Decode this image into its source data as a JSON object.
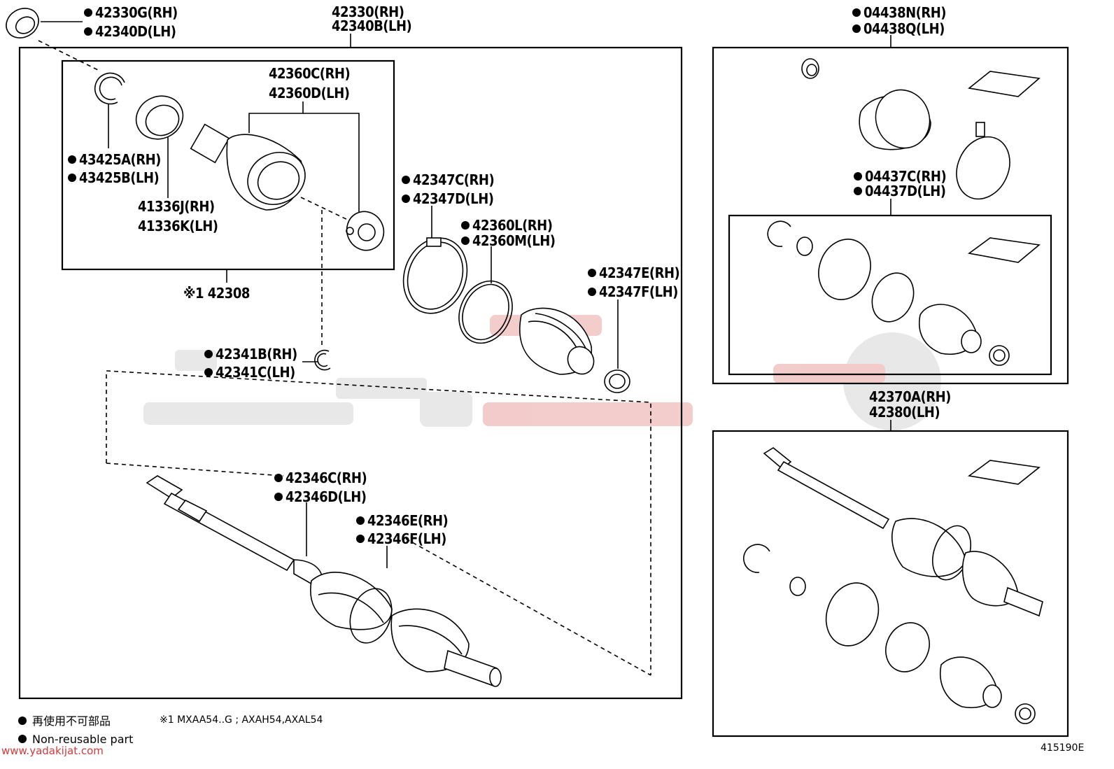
{
  "labels": {
    "p42330G": "42330G(RH)",
    "p42340D": "42340D(LH)",
    "p42330": "42330(RH)",
    "p42340B": "42340B(LH)",
    "p04438N": "04438N(RH)",
    "p04438Q": "04438Q(LH)",
    "p42360C": "42360C(RH)",
    "p42360D": "42360D(LH)",
    "p43425A": "43425A(RH)",
    "p43425B": "43425B(LH)",
    "p41336J": "41336J(RH)",
    "p41336K": "41336K(LH)",
    "p42308": "※1 42308",
    "p42347C": "42347C(RH)",
    "p42347D": "42347D(LH)",
    "p42360L": "42360L(RH)",
    "p42360M": "42360M(LH)",
    "p42347E": "42347E(RH)",
    "p42347F": "42347F(LH)",
    "p42341B": "42341B(RH)",
    "p42341C": "42341C(LH)",
    "p04437C": "04437C(RH)",
    "p04437D": "04437D(LH)",
    "p42370A": "42370A(RH)",
    "p42380": "42380(LH)",
    "p42346C": "42346C(RH)",
    "p42346D": "42346D(LH)",
    "p42346E": "42346E(RH)",
    "p42346F": "42346F(LH)"
  },
  "legend": {
    "jp": "再使用不可部品",
    "en": "Non-reusable part",
    "note": "※1 MXAA54..G ; AXAH54,AXAL54"
  },
  "footer": {
    "website": "www.yadakijat.com",
    "diagram_id": "415190E"
  },
  "colors": {
    "line": "#000000",
    "watermark": "#d23b3b"
  }
}
